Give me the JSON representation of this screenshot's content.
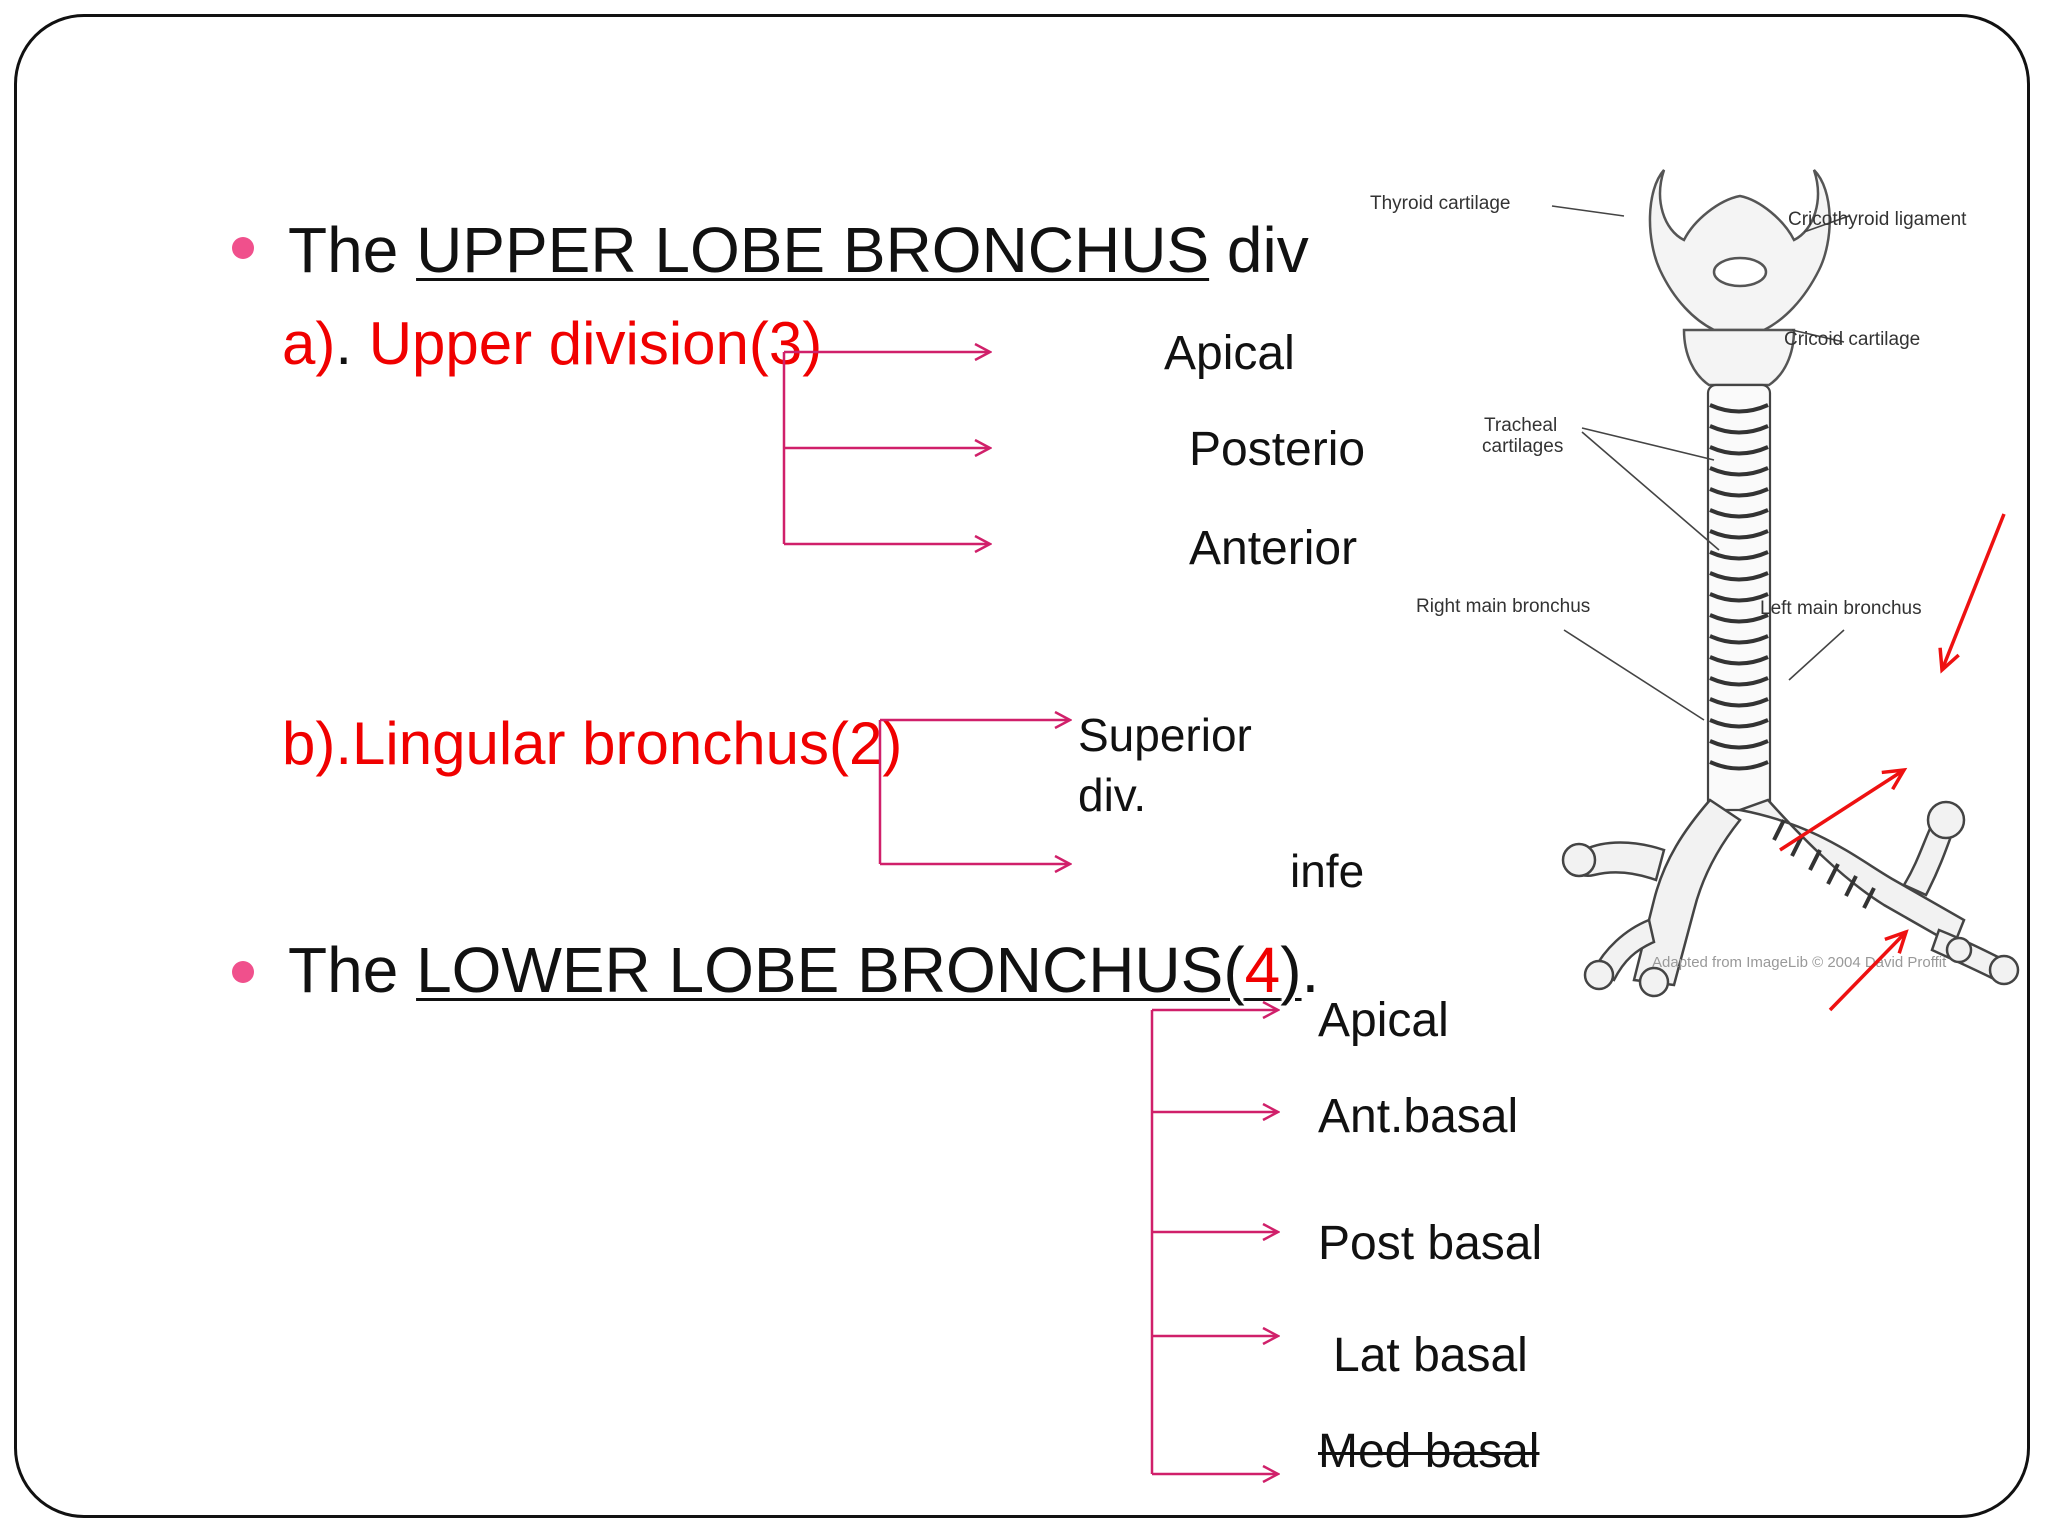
{
  "upper": {
    "prefix": "The ",
    "title": "UPPER LOBE BRONCHUS",
    "suffix": " div"
  },
  "upper_div": {
    "letter": "a)",
    "dot": ".",
    "label": " Upper division(3)",
    "items": [
      "Apical",
      "Posterio",
      "Anterior"
    ]
  },
  "lingular": {
    "label": "b).Lingular bronchus(2)",
    "superior_line1": "Superior",
    "superior_line2": "div.",
    "inferior": "infe"
  },
  "lower": {
    "prefix": "The ",
    "title": "LOWER LOBE BRONCHUS(",
    "count": "4",
    "close": ")",
    "suffix": ".",
    "items": [
      "Apical",
      "Ant.basal",
      "Post basal",
      "Lat basal",
      "Med basal"
    ]
  },
  "figure": {
    "labels": {
      "thyroid": "Thyroid cartilage",
      "cricothyroid": "Cricothyroid ligament",
      "cricoid": "Cricoid cartilage",
      "tracheal_1": "Tracheal",
      "tracheal_2": "cartilages",
      "right_main": "Right main bronchus",
      "left_main": "Left main bronchus",
      "credit": "Adapted from ImageLib © 2004 David Proffit"
    }
  },
  "colors": {
    "bullet": "#f0508c",
    "connector": "#d0206a",
    "highlight": "#f00000",
    "annotation_arrow": "#ee1111"
  }
}
